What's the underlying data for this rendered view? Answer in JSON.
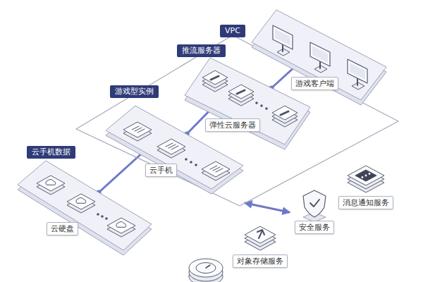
{
  "diagram": {
    "nodes": [
      {
        "text": [
          "VPC"
        ]
      },
      {
        "text": [
          "推流服务器",
          "弹性云服务器"
        ],
        "in": 0
      },
      {
        "text": [
          "游戏型实例",
          "云手机"
        ],
        "in": 0
      },
      {
        "text": [
          "游戏客户端"
        ]
      },
      {
        "text": [
          "云手机数据",
          "云硬盘"
        ]
      },
      {
        "text": [
          "安全服务"
        ]
      },
      {
        "text": [
          "消息通知服务"
        ]
      },
      {
        "text": [
          "对象存储服务"
        ]
      }
    ],
    "edges": [
      {
        "from": 4,
        "to": 2,
        "arrow": "none"
      },
      {
        "from": 2,
        "to": 1,
        "arrow": "none"
      },
      {
        "from": 1,
        "to": 3,
        "arrow": "none"
      },
      {
        "from": 0,
        "to": 5,
        "arrow": "both"
      }
    ]
  }
}
